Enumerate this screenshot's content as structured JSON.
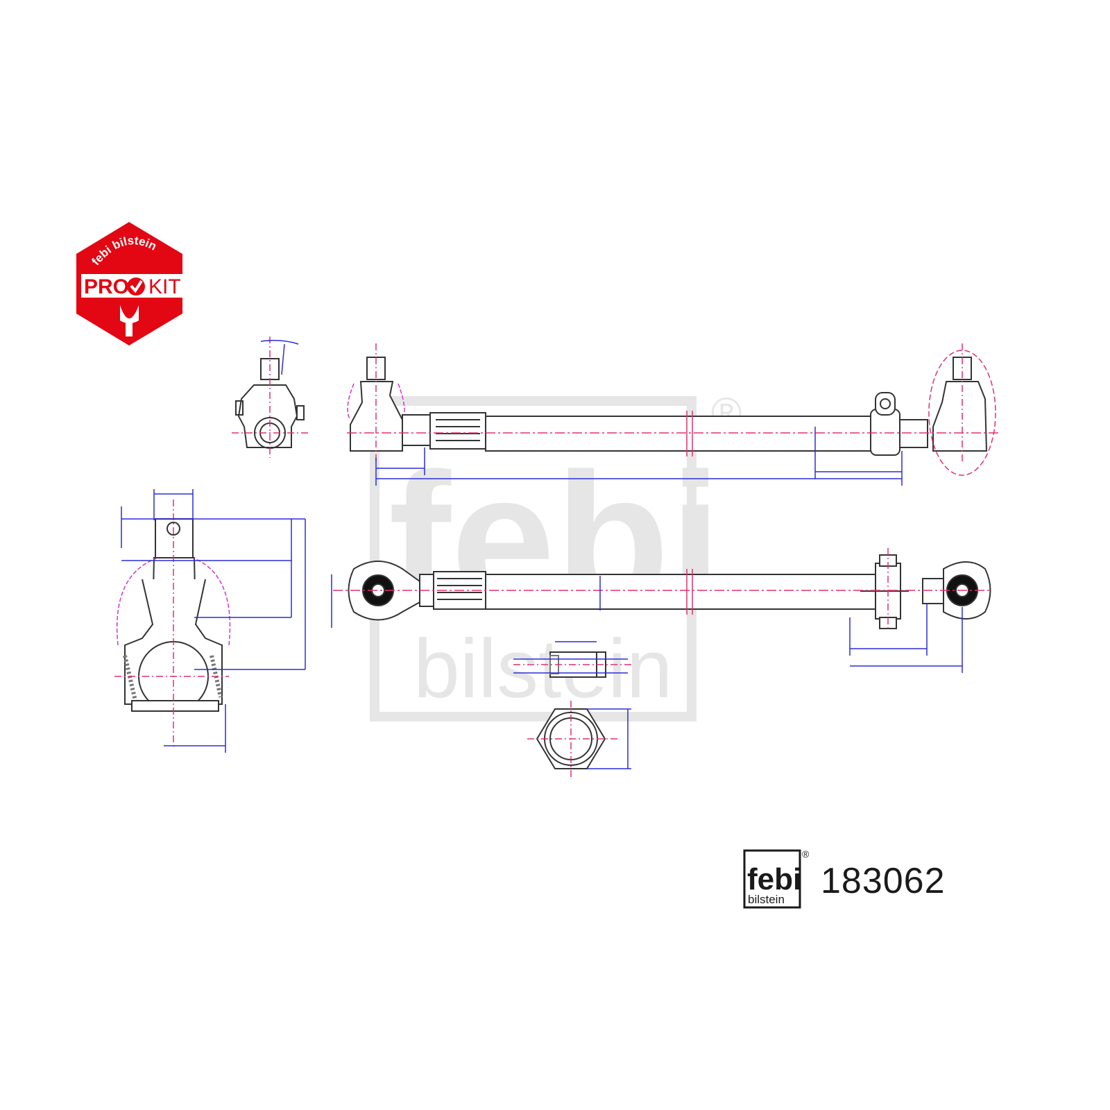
{
  "badge": {
    "brand_arc": "febi bilstein",
    "pro_text": "PRO",
    "kit_text": "KIT",
    "color": "#e30613"
  },
  "watermark": {
    "logo_text": "febi",
    "sub_text": "bilstein",
    "registered": "®",
    "color": "#e6e6e6"
  },
  "footer": {
    "logo_text": "febi",
    "logo_sub": "bilstein",
    "registered": "®",
    "part_number": "183062"
  },
  "colors": {
    "outline": "#333333",
    "dimension": "#2b2bd6",
    "centerline": "#e0306a",
    "phantom": "#d42fd4"
  }
}
